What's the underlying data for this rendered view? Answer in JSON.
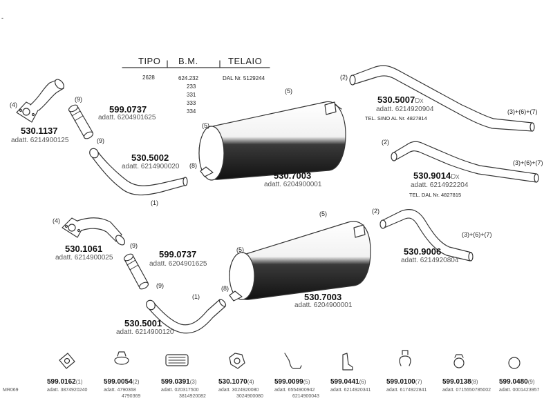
{
  "header": {
    "col_tipo": "TIPO",
    "col_bm": "B.M.",
    "col_telaio": "TELAIO"
  },
  "spec": {
    "tipo": "2628",
    "bm_values": [
      "624.232",
      "233",
      "331",
      "333",
      "334"
    ],
    "telaio": "DAL Nr. 5129244"
  },
  "corner_mark": "-",
  "drawing_code": "MR069",
  "upper": {
    "flange": {
      "number": "530.1137",
      "adatt": "adatt. 6214900125",
      "callout": "(4)"
    },
    "clamp_callout": "(9)",
    "sleeve": {
      "number": "599.0737",
      "adatt": "adatt. 6204901625"
    },
    "sleeve_callout": "(9)",
    "pipe": {
      "number": "530.5002",
      "adatt": "adatt. 6214900020",
      "callout": "(1)"
    },
    "muffler": {
      "number": "530.7003",
      "adatt": "adatt. 6204900001",
      "callout_top": "(5)",
      "callout_left": "(5)",
      "callout_inlet": "(8)"
    },
    "tail_a": {
      "number": "530.5007",
      "suffix": "Dx",
      "adatt": "adatt. 6214920904",
      "tel": "TEL. SINO AL Nr. 4827814",
      "callout_start": "(2)",
      "callout_end": "(3)+(6)+(7)"
    },
    "tail_b": {
      "number": "530.9014",
      "suffix": "Dx",
      "adatt": "adatt. 6214922204",
      "tel": "TEL. DAL Nr. 4827815",
      "callout_start": "(2)",
      "callout_end": "(3)+(6)+(7)"
    }
  },
  "lower": {
    "flange": {
      "number": "530.1061",
      "adatt": "adatt. 6214900025",
      "callout": "(4)"
    },
    "clamp_callout": "(9)",
    "sleeve": {
      "number": "599.0737",
      "adatt": "adatt. 6204901625"
    },
    "sleeve_callout": "(9)",
    "pipe": {
      "number": "530.5001",
      "adatt": "adatt. 6214900120",
      "callout": "(1)"
    },
    "muffler": {
      "number": "530.7003",
      "adatt": "adatt. 6204900001",
      "callout_top": "(5)",
      "callout_left": "(5)",
      "callout_inlet": "(8)"
    },
    "tail": {
      "number": "530.9006",
      "adatt": "adatt. 6214920804",
      "callout_start": "(2)",
      "callout_end": "(3)+(6)+(7)"
    }
  },
  "fittings": [
    {
      "number": "599.0162",
      "callout": "(1)",
      "adatt_lines": [
        "adatt. 3874920240"
      ]
    },
    {
      "number": "599.0054",
      "callout": "(2)",
      "adatt_lines": [
        "adatt. 4790368",
        "4790369"
      ]
    },
    {
      "number": "599.0391",
      "callout": "(3)",
      "adatt_lines": [
        "adatt. 020317500",
        "3814920082"
      ]
    },
    {
      "number": "530.1070",
      "callout": "(4)",
      "adatt_lines": [
        "adatt. 3024920080",
        "3024900080"
      ]
    },
    {
      "number": "599.0099",
      "callout": "(5)",
      "adatt_lines": [
        "adatt. 6554900942",
        "6214900043"
      ]
    },
    {
      "number": "599.0441",
      "callout": "(6)",
      "adatt_lines": [
        "adatt. 6214920341"
      ]
    },
    {
      "number": "599.0100",
      "callout": "(7)",
      "adatt_lines": [
        "adatt. 6174922841"
      ]
    },
    {
      "number": "599.0138",
      "callout": "(8)",
      "adatt_lines": [
        "adatt. 0715550785002"
      ]
    },
    {
      "number": "599.0480",
      "callout": "(9)",
      "adatt_lines": [
        "adatt. 0001423957"
      ]
    }
  ],
  "icons": [
    "flange-gasket-icon",
    "pipe-clamp-icon",
    "rubber-mount-icon",
    "triangle-flange-icon",
    "hanger-rod-icon",
    "mounting-bracket-icon",
    "band-clamp-icon",
    "saddle-clamp-icon",
    "sealing-ring-icon"
  ],
  "colors": {
    "line": "#333333",
    "muffler_band": "#222222",
    "text": "#222222",
    "adatt": "#555555"
  }
}
